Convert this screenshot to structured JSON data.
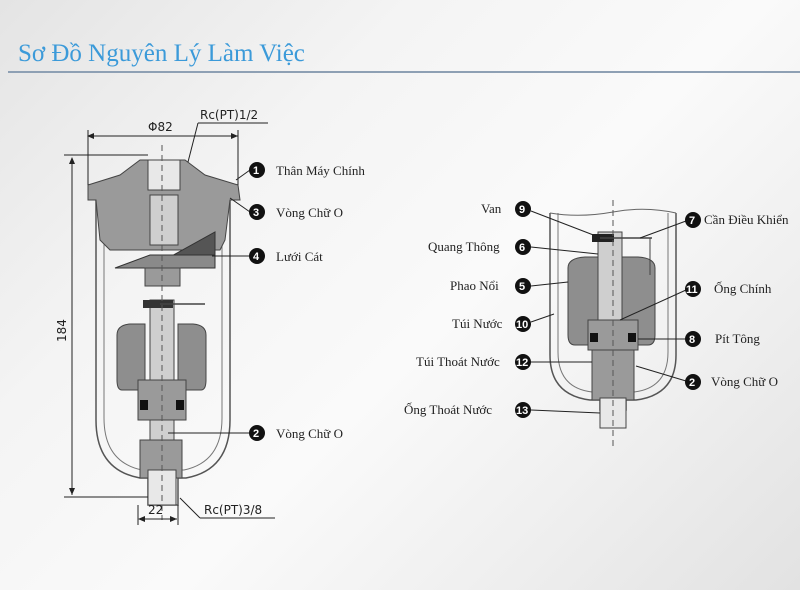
{
  "title": "Sơ Đồ Nguyên Lý Làm Việc",
  "colors": {
    "title": "#3b9ad9",
    "part_fill": "#9a9a9a",
    "dark_fill": "#555555",
    "callout": "#111111"
  },
  "left_diagram": {
    "dimensions": {
      "diameter": "Φ82",
      "inlet": "Rc(PT)1/2",
      "height": "184",
      "outlet_width": "22",
      "outlet": "Rc(PT)3/8"
    },
    "callouts": [
      {
        "num": "1",
        "label": "Thân Máy Chính"
      },
      {
        "num": "3",
        "label": "Vòng Chữ O"
      },
      {
        "num": "4",
        "label": "Lưới Cát"
      },
      {
        "num": "2",
        "label": "Vòng Chữ O"
      }
    ]
  },
  "right_diagram": {
    "callouts_left": [
      {
        "num": "9",
        "label": "Van"
      },
      {
        "num": "6",
        "label": "Quang Thông"
      },
      {
        "num": "5",
        "label": "Phao Nổi"
      },
      {
        "num": "10",
        "label": "Túi Nước"
      },
      {
        "num": "12",
        "label": "Túi Thoát Nước"
      },
      {
        "num": "13",
        "label": "Ống Thoát Nước"
      }
    ],
    "callouts_right": [
      {
        "num": "7",
        "label": "Cần Điều Khiển"
      },
      {
        "num": "11",
        "label": "Ống Chính"
      },
      {
        "num": "8",
        "label": "Pít Tông"
      },
      {
        "num": "2",
        "label": "Vòng Chữ O"
      }
    ]
  }
}
